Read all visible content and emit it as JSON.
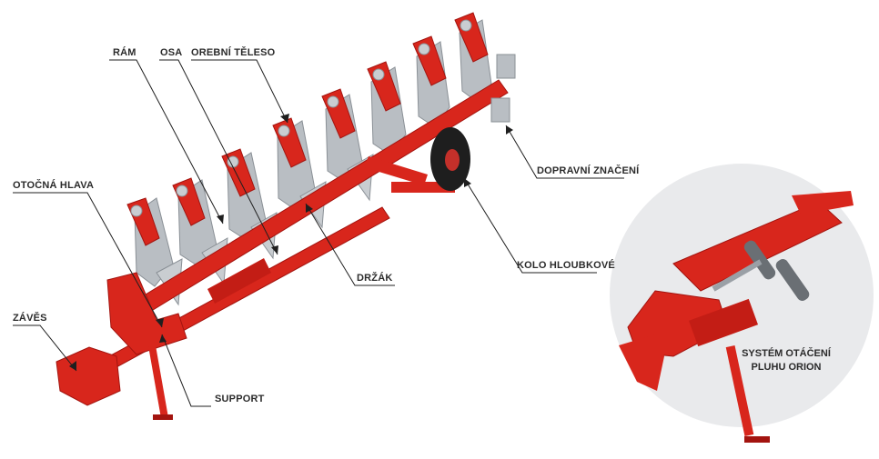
{
  "labels": {
    "ram": "RÁM",
    "osa": "OSA",
    "orebni_teleso": "OREBNÍ TĚLESO",
    "otocna_hlava": "OTOČNÁ HLAVA",
    "zaves": "ZÁVĚS",
    "support": "SUPPORT",
    "drzak": "DRŽÁK",
    "kolo_hloubkove": "KOLO HLOUBKOVÉ",
    "dopravni_znaceni": "DOPRAVNÍ ZNAČENÍ",
    "system_otaceni_line1": "SYSTÉM OTÁČENÍ",
    "system_otaceni_line2": "PLUHU ORION"
  },
  "colors": {
    "plough_red": "#d8261c",
    "plough_dark_red": "#a3140f",
    "steel": "#b9bec3",
    "circle_bg": "#e9eaec",
    "leader_line": "#1f1f1f"
  }
}
